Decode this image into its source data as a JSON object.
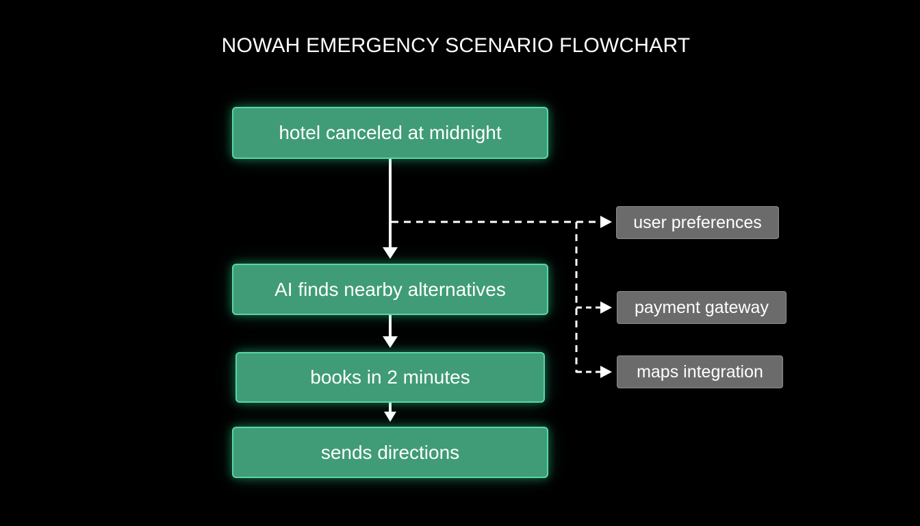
{
  "title": "NOWAH EMERGENCY SCENARIO FLOWCHART",
  "steps": [
    {
      "label": "hotel canceled at midnight"
    },
    {
      "label": "AI finds nearby alternatives"
    },
    {
      "label": "books in 2 minutes"
    },
    {
      "label": "sends directions"
    }
  ],
  "integrations": [
    {
      "label": "user preferences"
    },
    {
      "label": "payment gateway"
    },
    {
      "label": "maps integration"
    }
  ],
  "colors": {
    "background": "#000000",
    "step_fill": "#3f9c76",
    "step_border": "#56d8a6",
    "integration_fill": "#6b6b6b",
    "connector": "#ffffff"
  }
}
